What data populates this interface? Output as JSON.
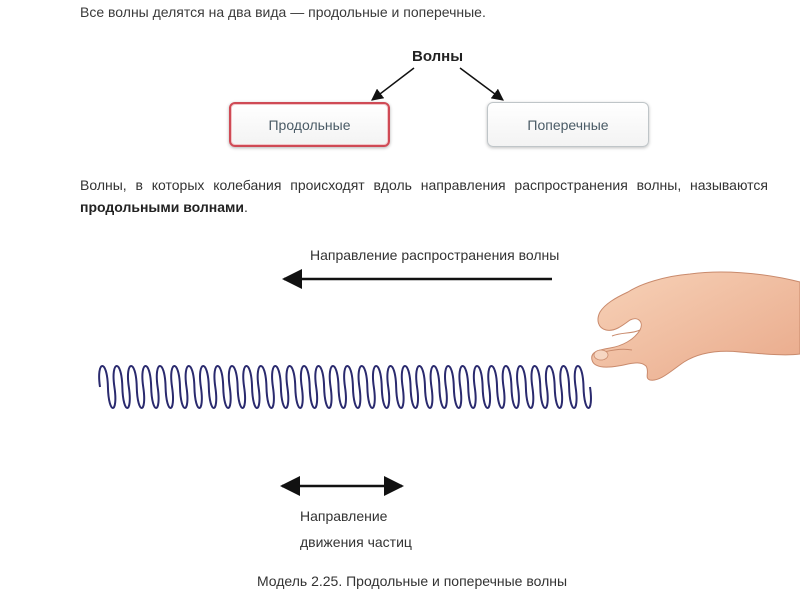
{
  "intro_text": "Все волны делятся на два вида — продольные и поперечные.",
  "diagram": {
    "root": "Волны",
    "left_box": "Продольные",
    "right_box": "Поперечные"
  },
  "paragraph": {
    "text": "Волны, в которых колебания происходят вдоль направления распространения волны, называются ",
    "bold": "продольными волнами",
    "end": "."
  },
  "illustration": {
    "propagation_label": "Направление распространения волны",
    "movement_label_line1": "Направление",
    "movement_label_line2": "движения частиц"
  },
  "caption": "Модель 2.25. Продольные и поперечные волны",
  "colors": {
    "spring": "#2a2a6e",
    "highlight_border": "#cf4a55",
    "skin": "#f2c3a4"
  }
}
